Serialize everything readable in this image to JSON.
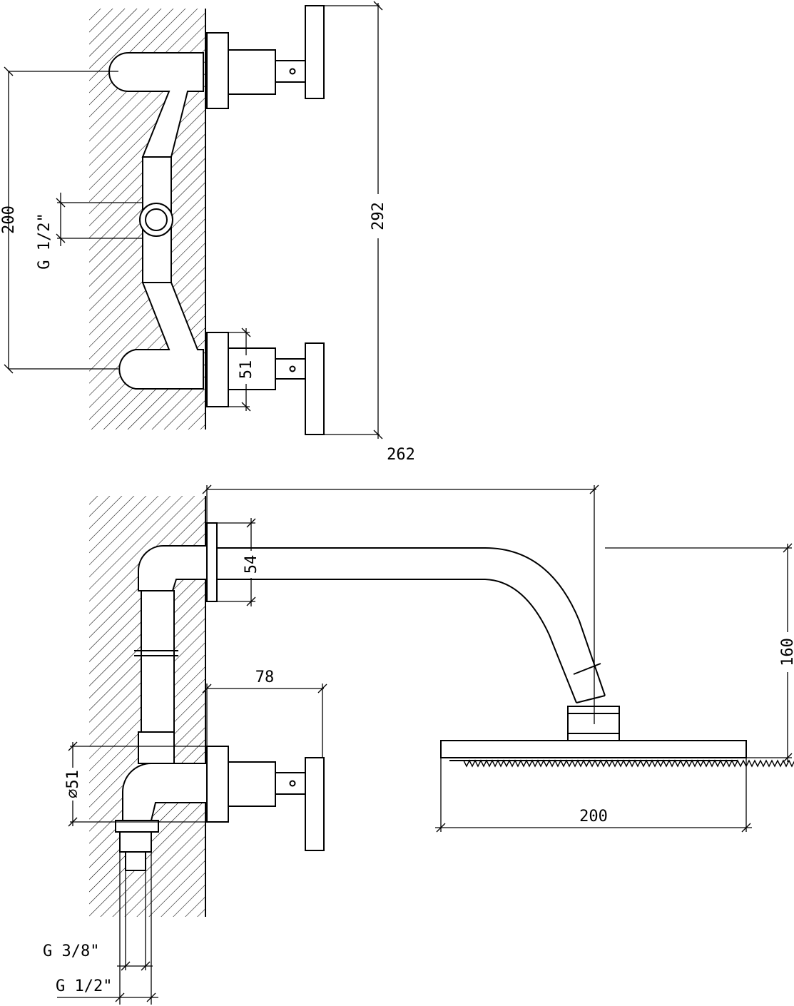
{
  "top_view": {
    "dim_height": "200",
    "dim_inlet": "G 1/2\"",
    "dim_body": "51",
    "dim_total_height": "292",
    "dim_depth": "262"
  },
  "side_view": {
    "dim_arm_flange": "54",
    "dim_mixer_depth": "78",
    "dim_body_diameter": "⌀51",
    "dim_head_drop": "160",
    "dim_head_width": "200",
    "dim_inlet_small": "G 3/8\"",
    "dim_inlet_large": "G 1/2\""
  }
}
